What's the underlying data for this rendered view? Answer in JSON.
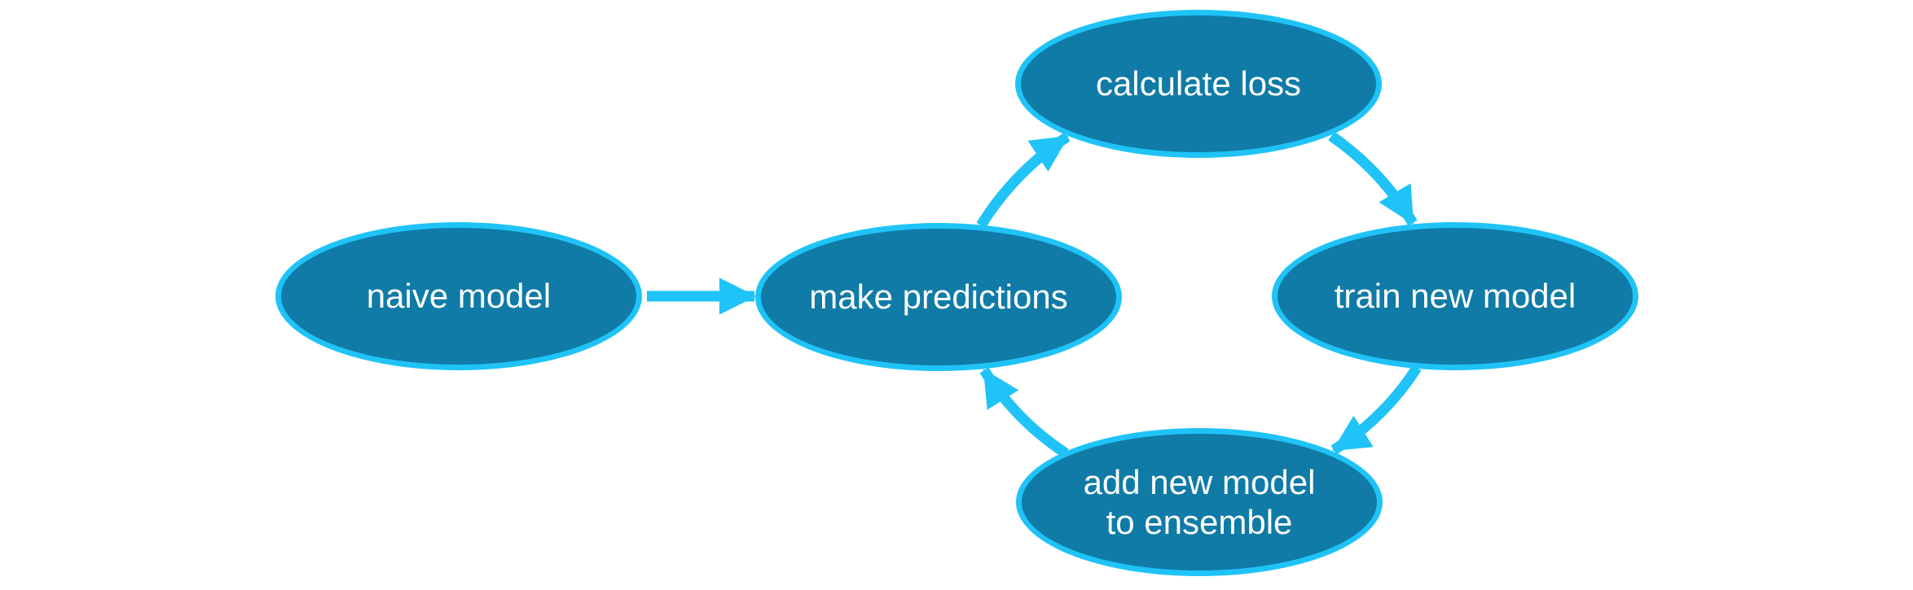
{
  "diagram": {
    "type": "flowchart",
    "colors": {
      "node-fill": "#0F7BA6",
      "accent": "#1FC3F7",
      "text": "#FFFFFF",
      "background": "#FFFFFF"
    },
    "nodes": [
      {
        "id": "naive-model",
        "label": "naive model"
      },
      {
        "id": "make-predictions",
        "label": "make predictions"
      },
      {
        "id": "calculate-loss",
        "label": "calculate loss"
      },
      {
        "id": "train-new-model",
        "label": "train new model"
      },
      {
        "id": "add-new-model-to-ensemble",
        "lines": [
          "add new model",
          "to ensemble"
        ]
      }
    ],
    "edges": [
      {
        "from": "naive model",
        "to": "make predictions",
        "style": "straight"
      },
      {
        "from": "make predictions",
        "to": "calculate loss",
        "style": "curved"
      },
      {
        "from": "calculate loss",
        "to": "train new model",
        "style": "curved"
      },
      {
        "from": "train new model",
        "to": "add new model to ensemble",
        "style": "curved"
      },
      {
        "from": "add new model to ensemble",
        "to": "make predictions",
        "style": "curved"
      }
    ]
  }
}
